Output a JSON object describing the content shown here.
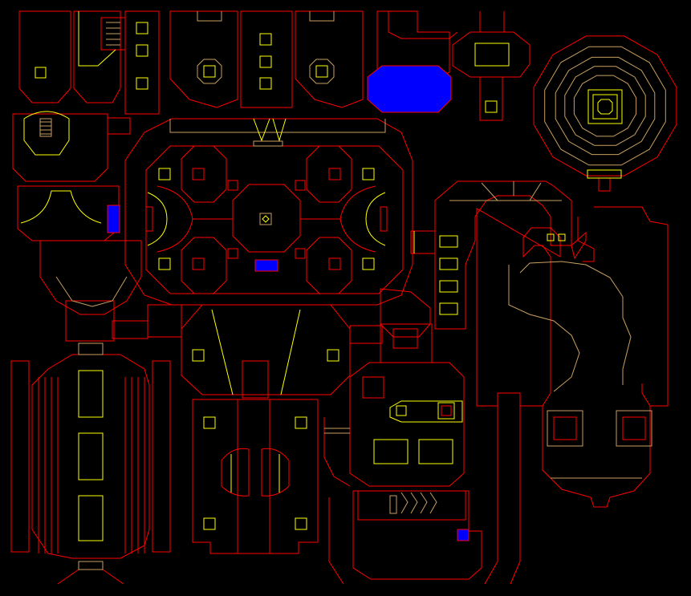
{
  "map": {
    "colors": {
      "background": "#000000",
      "wall": "#ff0000",
      "step": "#c8a060",
      "detail": "#ffff00",
      "secret": "#0000ff"
    },
    "regions": [
      "west-rooms",
      "central-arena",
      "north-halls",
      "northeast-round-chamber",
      "east-wing",
      "south-rooms"
    ],
    "markers": [
      "blue-key-door-north",
      "blue-key-door-west",
      "blue-key-door-center",
      "blue-key-door-south"
    ]
  }
}
